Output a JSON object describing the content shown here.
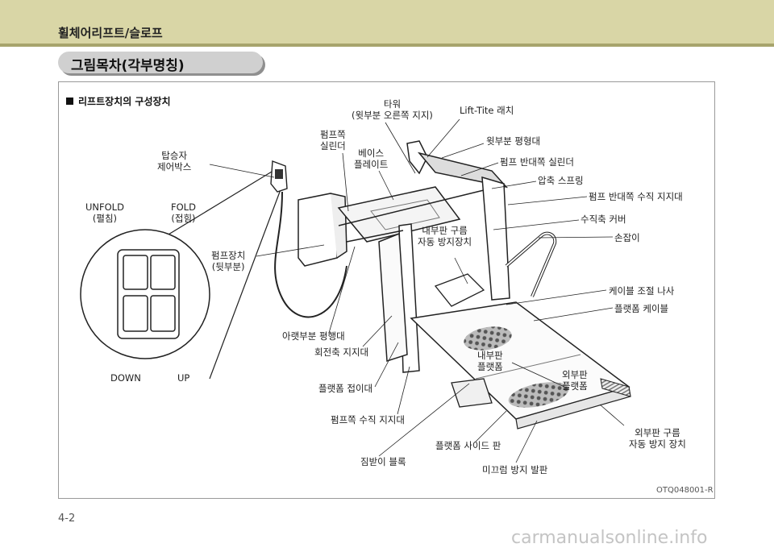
{
  "header": {
    "title": "휠체어리프트/슬로프"
  },
  "section": {
    "title": "그림목차(각부명칭)"
  },
  "figure": {
    "heading": "리프트장치의 구성장치",
    "code": "OTQ048001-R",
    "labels": {
      "unfold": "UNFOLD",
      "unfold_ko": "(펼침)",
      "fold": "FOLD",
      "fold_ko": "(접힘)",
      "down": "DOWN",
      "up": "UP",
      "passenger_box_1": "탑승자",
      "passenger_box_2": "제어박스",
      "pump_side_cyl_1": "펌프쪽",
      "pump_side_cyl_2": "실린더",
      "base_plate_1": "베이스",
      "base_plate_2": "플레이트",
      "tower_1": "타워",
      "tower_2": "(윗부분 오른쪽 지지)",
      "lift_tite": "Lift-Tite 래치",
      "upper_parallel": "윗부분 평형대",
      "opposite_cyl": "펌프 반대쪽 실린더",
      "comp_spring": "압축 스프링",
      "opposite_vertical": "펌프 반대쪽 수직 지지대",
      "vertical_cover": "수직축 커버",
      "handle": "손잡이",
      "inner_roll_1": "내부판 구름",
      "inner_roll_2": "자동 방지장치",
      "pump_unit_1": "펌프장치",
      "pump_unit_2": "(뒷부분)",
      "cable_nut": "케이블 조절 나사",
      "platform_cable": "플랫폼 케이블",
      "lower_parallel": "아랫부분 평행대",
      "pivot_support": "회전축 지지대",
      "inner_platform_1": "내부판",
      "inner_platform_2": "플랫폼",
      "outer_platform_1": "외부판",
      "outer_platform_2": "플랫폼",
      "platform_fold": "플랫폼 접이대",
      "pump_vertical": "펌프쪽 수직 지지대",
      "outer_roll_1": "외부판 구름",
      "outer_roll_2": "자동 방지 장치",
      "side_plate": "플랫폼 사이드 판",
      "load_block": "짐받이 블록",
      "antislip": "미끄럼 방지 발판"
    }
  },
  "footer": {
    "page": "4-2"
  },
  "watermark": "carmanualsonline.info"
}
